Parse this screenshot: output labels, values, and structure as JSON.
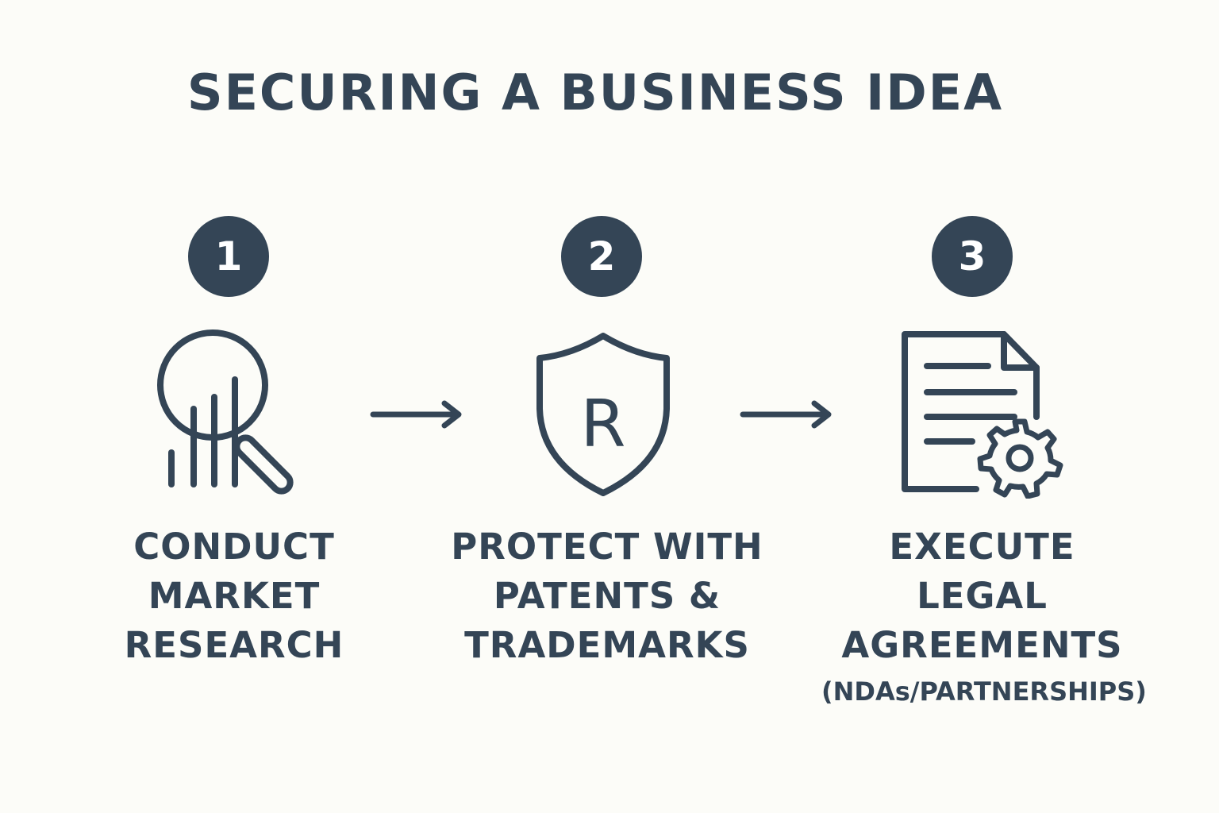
{
  "title": "SECURING A BUSINESS IDEA",
  "colors": {
    "ink": "#344556",
    "background": "#fcfcf8"
  },
  "steps": [
    {
      "number": "1",
      "icon": "magnifier-bar-chart-icon",
      "label_lines": [
        "CONDUCT",
        "MARKET",
        "RESEARCH"
      ]
    },
    {
      "number": "2",
      "icon": "shield-registered-icon",
      "label_lines": [
        "PROTECT WITH",
        "PATENTS &",
        "TRADEMARKS"
      ]
    },
    {
      "number": "3",
      "icon": "document-gear-icon",
      "label_lines": [
        "EXECUTE",
        "LEGAL",
        "AGREEMENTS"
      ],
      "sublabel": "(NDAs/PARTNERSHIPS)"
    }
  ],
  "shield_letter": "R",
  "connectors": [
    "arrow-right-icon",
    "arrow-right-icon"
  ]
}
